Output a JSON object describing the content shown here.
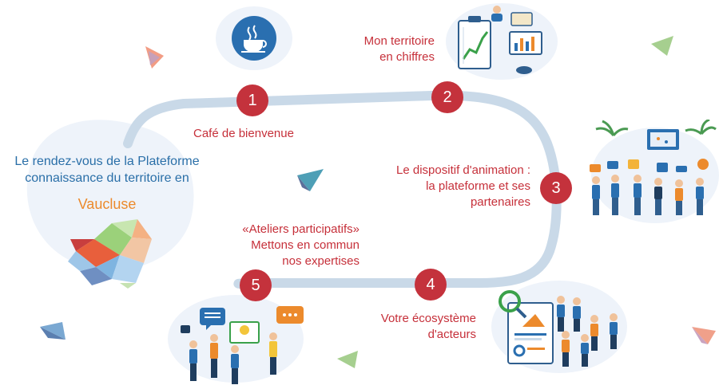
{
  "intro": {
    "line1": "Le rendez-vous de la Plateforme",
    "line2": "connaissance du territoire en",
    "place": "Vaucluse"
  },
  "steps": [
    {
      "number": "1",
      "label_lines": [
        "Café de bienvenue"
      ]
    },
    {
      "number": "2",
      "label_lines": [
        "Mon territoire",
        "en chiffres"
      ]
    },
    {
      "number": "3",
      "label_lines": [
        "Le dispositif d'animation :",
        "la plateforme et ses",
        "partenaires"
      ]
    },
    {
      "number": "4",
      "label_lines": [
        "Votre écosystème",
        "d'acteurs"
      ]
    },
    {
      "number": "5",
      "label_lines": [
        "«Ateliers participatifs»",
        "Mettons en commun",
        "nos expertises"
      ]
    }
  ],
  "icons": [
    "coffee-cup-icon",
    "statistics-illustration",
    "team-meeting-illustration",
    "ecosystem-illustration",
    "workshop-illustration",
    "map-polygon-logo"
  ],
  "colors": {
    "step_red": "#c4323c",
    "text_red": "#c6303a",
    "intro_blue": "#2a6fa8",
    "accent_orange": "#ec8a2c",
    "path_blue": "#c9d9e8",
    "blob": "#eef3fa"
  }
}
